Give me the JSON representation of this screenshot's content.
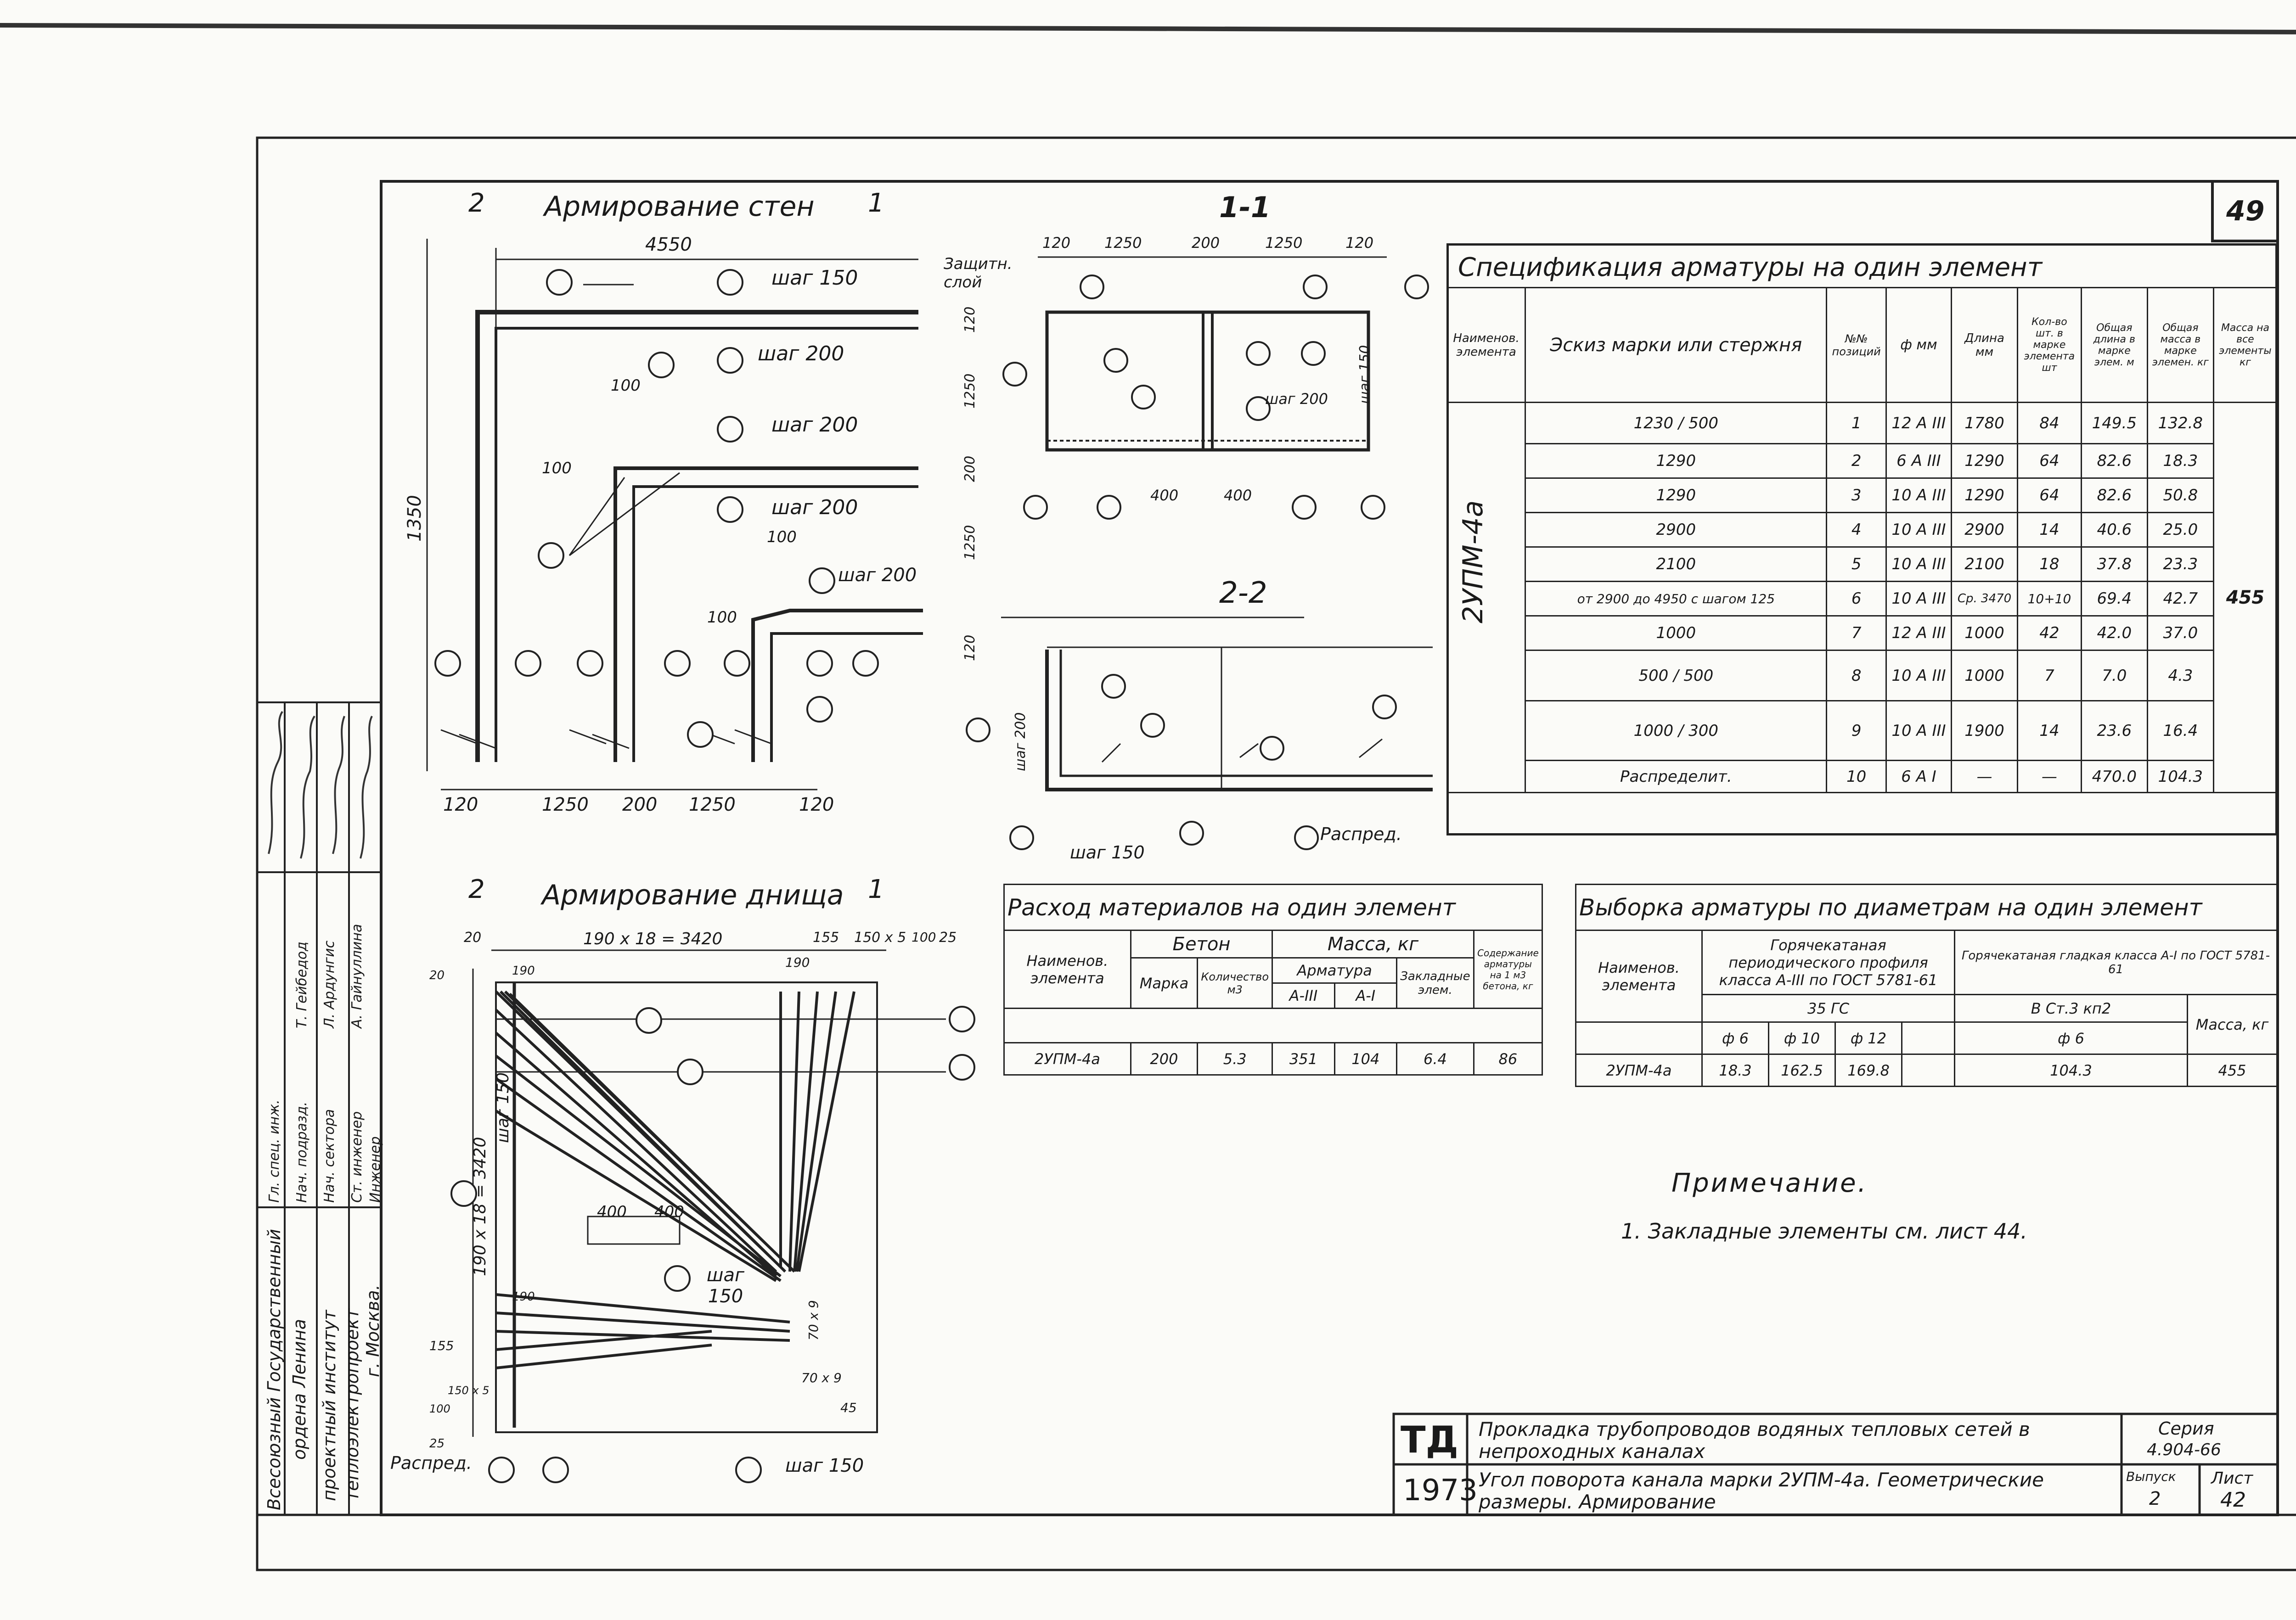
{
  "sheet_number": "49",
  "wall": {
    "title": "Армирование стен",
    "section_left": "2",
    "section_right": "1",
    "dim_top": "4550",
    "dim_left": "1350",
    "dims_bottom": [
      "120",
      "1250",
      "200",
      "1250",
      "120"
    ],
    "step_1": "шаг 150",
    "step_2": "шаг 200",
    "step_3a": "шаг 200",
    "step_3b": "шаг 200",
    "step_2b": "шаг 200",
    "dim_100a": "100",
    "dim_100b": "100",
    "dim_100c": "100",
    "dim_100d": "100"
  },
  "section11": {
    "title": "1-1",
    "dims_top": [
      "120",
      "1250",
      "200",
      "1250",
      "120"
    ],
    "protective_layer": "Защитн. слой",
    "step": "шаг 200",
    "step_right": "шаг 150",
    "dims_side": [
      "120",
      "1250",
      "200",
      "1250",
      "120"
    ],
    "dims_bottom": [
      "400",
      "400"
    ]
  },
  "section22": {
    "title": "2-2",
    "step_left": "шаг 200",
    "step_bottom": "шаг 150",
    "distrib": "Распред."
  },
  "bottom": {
    "title": "Армирование днища",
    "section_left": "2",
    "section_right": "1",
    "dim_top": "190 x 18 = 3420",
    "dims_top_small": [
      "20",
      "155",
      "150 x 5",
      "100",
      "25"
    ],
    "dim_left": "190 x 18 = 3420",
    "step_left": "шаг 150",
    "dims_left_small": [
      "20",
      "190",
      "190",
      "155",
      "100",
      "150 x 5",
      "25"
    ],
    "dims_mid": [
      "400",
      "400"
    ],
    "step_7": "шаг 150",
    "dim_70a": "70 x 9",
    "dim_70b": "70 x 9",
    "dim_45": "45",
    "distrib": "Распред.",
    "step_1": "шаг 150",
    "dim_190_right": "190"
  },
  "spec": {
    "title": "Спецификация арматуры на один элемент",
    "headers": [
      "Наименов. элемента",
      "Эскиз марки или стержня",
      "№№ позиций",
      "ф мм",
      "Длина мм",
      "Кол-во шт. в марке элемента шт",
      "Общая длина в марке элем. м",
      "Общая масса в марке элемен. кг",
      "Масса на все элементы кг"
    ],
    "element": "2УПМ-4а",
    "total_mass": "455",
    "rows": [
      {
        "sketch": "1230 / 500",
        "pos": "1",
        "dia": "12 А III",
        "len": "1780",
        "qty": "84",
        "tlen": "149.5",
        "mass": "132.8"
      },
      {
        "sketch": "1290",
        "pos": "2",
        "dia": "6 А III",
        "len": "1290",
        "qty": "64",
        "tlen": "82.6",
        "mass": "18.3"
      },
      {
        "sketch": "1290",
        "pos": "3",
        "dia": "10 А III",
        "len": "1290",
        "qty": "64",
        "tlen": "82.6",
        "mass": "50.8"
      },
      {
        "sketch": "2900",
        "pos": "4",
        "dia": "10 А III",
        "len": "2900",
        "qty": "14",
        "tlen": "40.6",
        "mass": "25.0"
      },
      {
        "sketch": "2100",
        "pos": "5",
        "dia": "10 А III",
        "len": "2100",
        "qty": "18",
        "tlen": "37.8",
        "mass": "23.3"
      },
      {
        "sketch": "от 2900 до 4950 с шагом 125",
        "pos": "6",
        "dia": "10 А III",
        "len": "Ср. 3470",
        "qty": "10+10",
        "tlen": "69.4",
        "mass": "42.7"
      },
      {
        "sketch": "1000",
        "pos": "7",
        "dia": "12 А III",
        "len": "1000",
        "qty": "42",
        "tlen": "42.0",
        "mass": "37.0"
      },
      {
        "sketch": "500 / 500",
        "pos": "8",
        "dia": "10 А III",
        "len": "1000",
        "qty": "7",
        "tlen": "7.0",
        "mass": "4.3"
      },
      {
        "sketch": "1000 / 300",
        "pos": "9",
        "dia": "10 А III",
        "len": "1900",
        "qty": "14",
        "tlen": "23.6",
        "mass": "16.4"
      },
      {
        "sketch": "Распределит.",
        "pos": "10",
        "dia": "6 А I",
        "len": "—",
        "qty": "—",
        "tlen": "470.0",
        "mass": "104.3"
      }
    ]
  },
  "materials": {
    "title": "Расход материалов на один элемент",
    "h_name": "Наименов. элемента",
    "h_concrete": "Бетон",
    "h_mass": "Масса, кг",
    "h_content": "Содержание арматуры на 1 м3 бетона, кг",
    "h_mark": "Марка",
    "h_volume": "Количество м3",
    "h_rebar": "Арматура",
    "h_embedded": "Закладные элем.",
    "h_a3": "А-III",
    "h_a1": "А-I",
    "row": [
      "2УПМ-4а",
      "200",
      "5.3",
      "351",
      "104",
      "6.4",
      "86"
    ]
  },
  "selection": {
    "title": "Выборка арматуры по диаметрам на один элемент",
    "h_name": "Наименов. элемента",
    "h_hot1": "Горячекатаная периодического профиля класса А-III по ГОСТ 5781-61",
    "h_hot2": "Горячекатаная гладкая класса А-I по ГОСТ 5781-61",
    "h_mass": "Масса, кг",
    "h_steel1": "35 ГС",
    "h_steel2": "В Ст.3 кп2",
    "d1": "ф 6",
    "d2": "ф 10",
    "d3": "ф 12",
    "d4": "ф 6",
    "row": [
      "2УПМ-4а",
      "18.3",
      "162.5",
      "169.8",
      "104.3",
      "455"
    ]
  },
  "note": {
    "title": "Примечание.",
    "text": "1. Закладные элементы см. лист 44."
  },
  "side_stamp": {
    "org": [
      "Всесоюзный Государственный",
      "ордена Ленина",
      "проектный институт",
      "теплоэлектропроект",
      "г. Москва."
    ],
    "roles": [
      "Гл. спец. инж.",
      "Нач. подразд.",
      "Нач. сектора",
      "Ст. инженер",
      "Инженер"
    ],
    "names": [
      "",
      "Т. Гейбедод",
      "Л. Ардунгис",
      "А. Гайнуллина"
    ]
  },
  "title_block": {
    "td": "ТД",
    "year": "1973",
    "line1": "Прокладка трубопроводов водяных тепловых сетей в непроходных каналах",
    "line2": "Угол поворота канала марки 2УПМ-4а. Геометрические размеры. Армирование",
    "series_label": "Серия",
    "series": "4.904-66",
    "issue_label": "Выпуск",
    "issue": "2",
    "sheet_label": "Лист",
    "sheet": "42"
  }
}
